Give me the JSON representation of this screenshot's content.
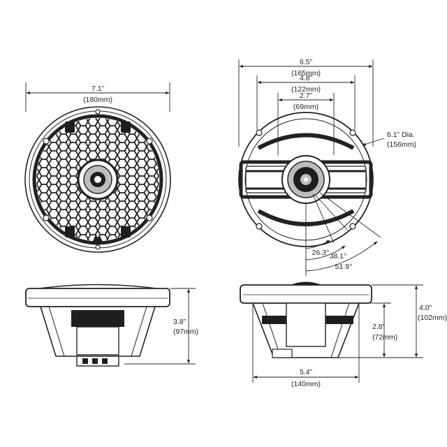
{
  "front_view": {
    "outer_diameter": {
      "inch": "7.1”",
      "mm": "(180mm)"
    }
  },
  "rear_view": {
    "mount_width": {
      "inch": "6.5”",
      "mm": "(165mm)"
    },
    "bolt_span": {
      "inch": "4.8”",
      "mm": "(122mm)"
    },
    "magnet_width": {
      "inch": "2.7”",
      "mm": "(69mm)"
    },
    "cutout": {
      "inch": "6.1” Dia.",
      "mm": "(156mm)"
    },
    "angles": [
      "26.3°",
      "38.1°",
      "51.9°"
    ]
  },
  "side_view_left": {
    "mount_depth": {
      "inch": "3.8”",
      "mm": "(97mm)"
    }
  },
  "side_view_right": {
    "total_depth": {
      "inch": "4.0”",
      "mm": "(102mm)"
    },
    "basket_depth": {
      "inch": "2.8”",
      "mm": "(72mm)"
    },
    "basket_width": {
      "inch": "5.4”",
      "mm": "(140mm)"
    }
  },
  "colors": {
    "line": "#222222",
    "fill_dark": "#1e1e1e",
    "fill_grey": "#bdbdbd"
  }
}
